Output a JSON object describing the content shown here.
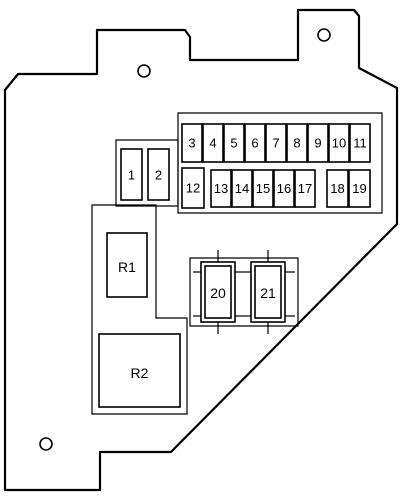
{
  "fuses": {
    "f1": "1",
    "f2": "2",
    "f3": "3",
    "f4": "4",
    "f5": "5",
    "f6": "6",
    "f7": "7",
    "f8": "8",
    "f9": "9",
    "f10": "10",
    "f11": "11",
    "f12": "12",
    "f13": "13",
    "f14": "14",
    "f15": "15",
    "f16": "16",
    "f17": "17",
    "f18": "18",
    "f19": "19"
  },
  "relays": {
    "r1": "R1",
    "r2": "R2",
    "r20": "20",
    "r21": "21"
  }
}
